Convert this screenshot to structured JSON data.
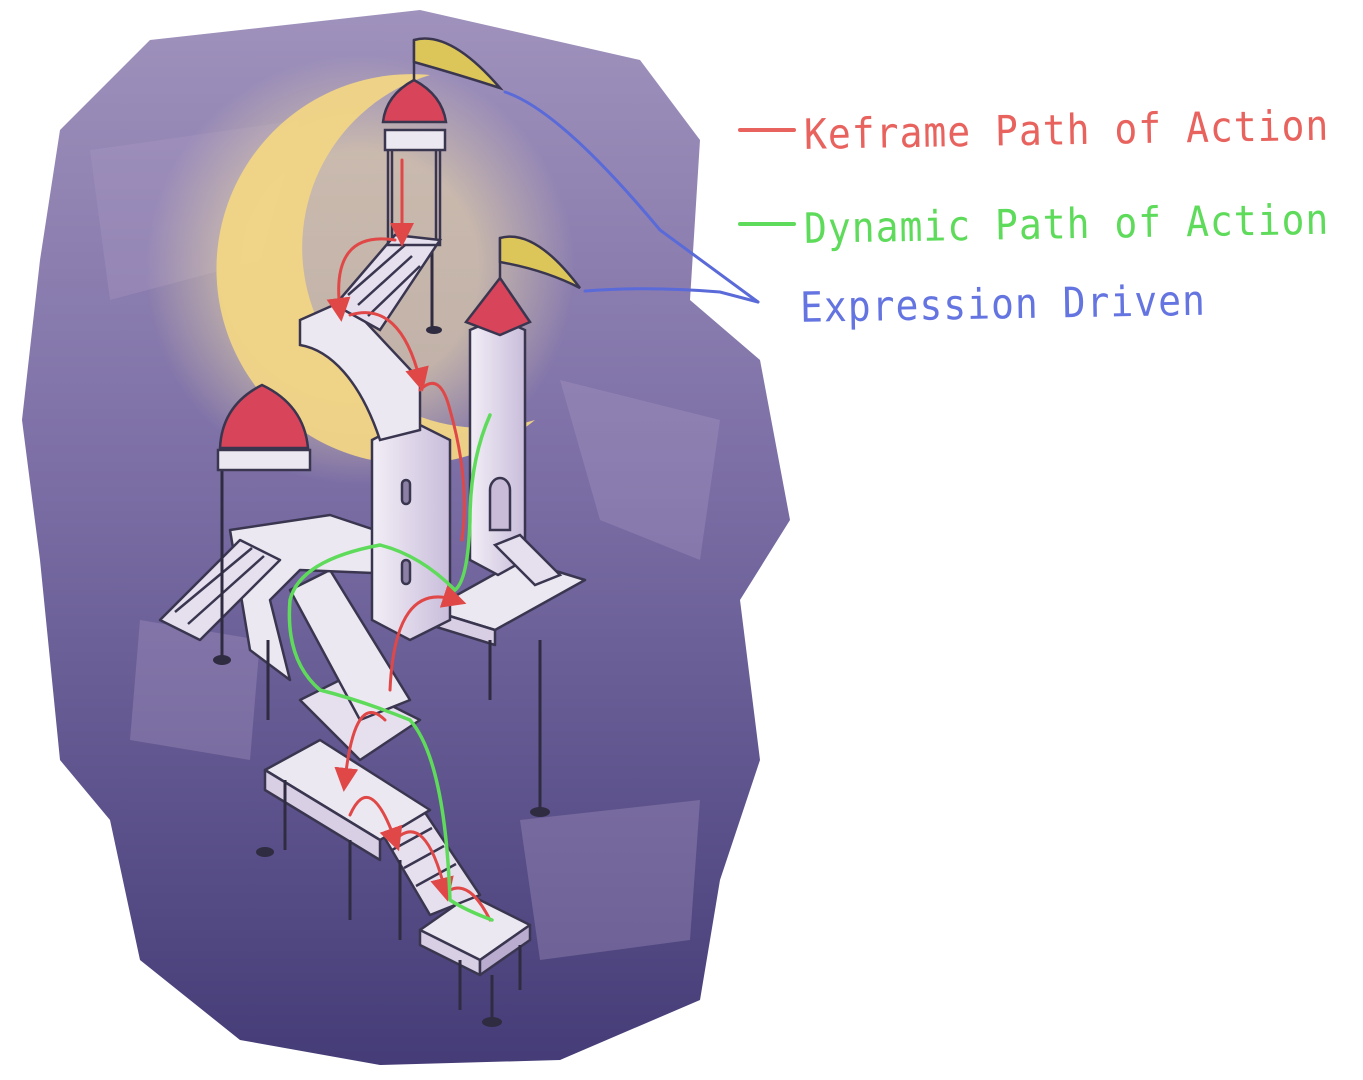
{
  "legend": {
    "keyframe": {
      "label": "Keframe Path of Action",
      "color": "#e8625e"
    },
    "dynamic": {
      "label": "Dynamic Path of Action",
      "color": "#5fdb5b"
    },
    "expression": {
      "label": "Expression Driven",
      "color": "#6474e0"
    }
  },
  "colors": {
    "background": "#ffffff",
    "sky_top": "#8f7fb0",
    "sky_bottom": "#3f3570",
    "moon": "#f3d98a",
    "tower_wall": "#e9e3ef",
    "dome": "#d6455a",
    "flag": "#d9c458"
  }
}
